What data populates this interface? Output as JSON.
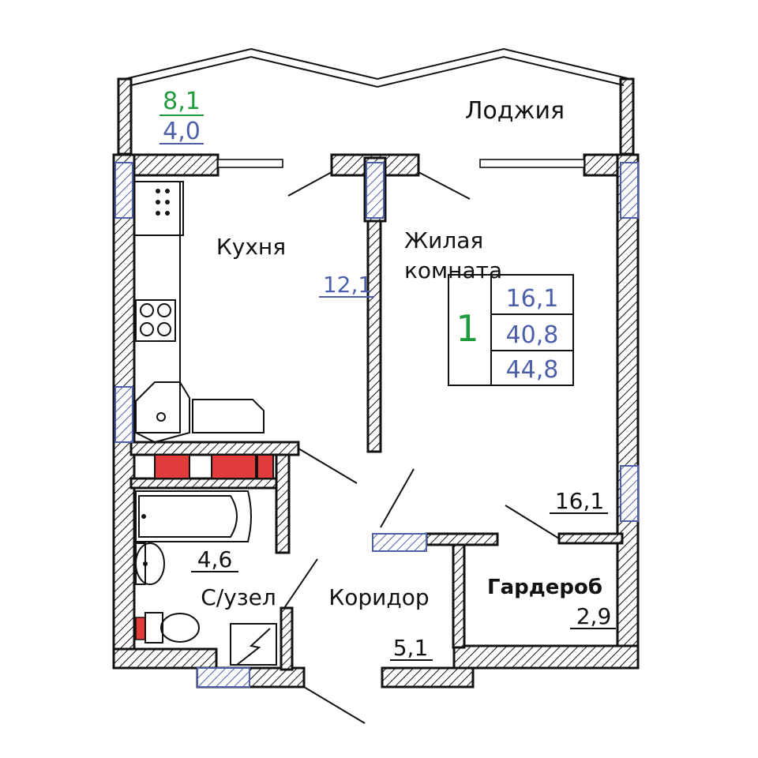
{
  "rooms": {
    "loggia": {
      "name": "Лоджия",
      "area_total": "8,1",
      "area_reduced": "4,0"
    },
    "kitchen": {
      "name": "Кухня",
      "area": "12,1"
    },
    "living": {
      "name_line1": "Жилая",
      "name_line2": "комната",
      "area": "16,1"
    },
    "bathroom": {
      "name": "С/узел",
      "area": "4,6"
    },
    "corridor": {
      "name": "Коридор",
      "area": "5,1"
    },
    "wardrobe": {
      "name": "Гардероб",
      "area": "2,9"
    }
  },
  "summary": {
    "rooms_count": "1",
    "living_area": "16,1",
    "total_area": "40,8",
    "total_with_loggia": "44,8"
  },
  "colors": {
    "wall_line": "#111111",
    "area_blue": "#4d5fa8",
    "area_green": "#1f9a3c",
    "vent_red": "#e23b3b"
  }
}
